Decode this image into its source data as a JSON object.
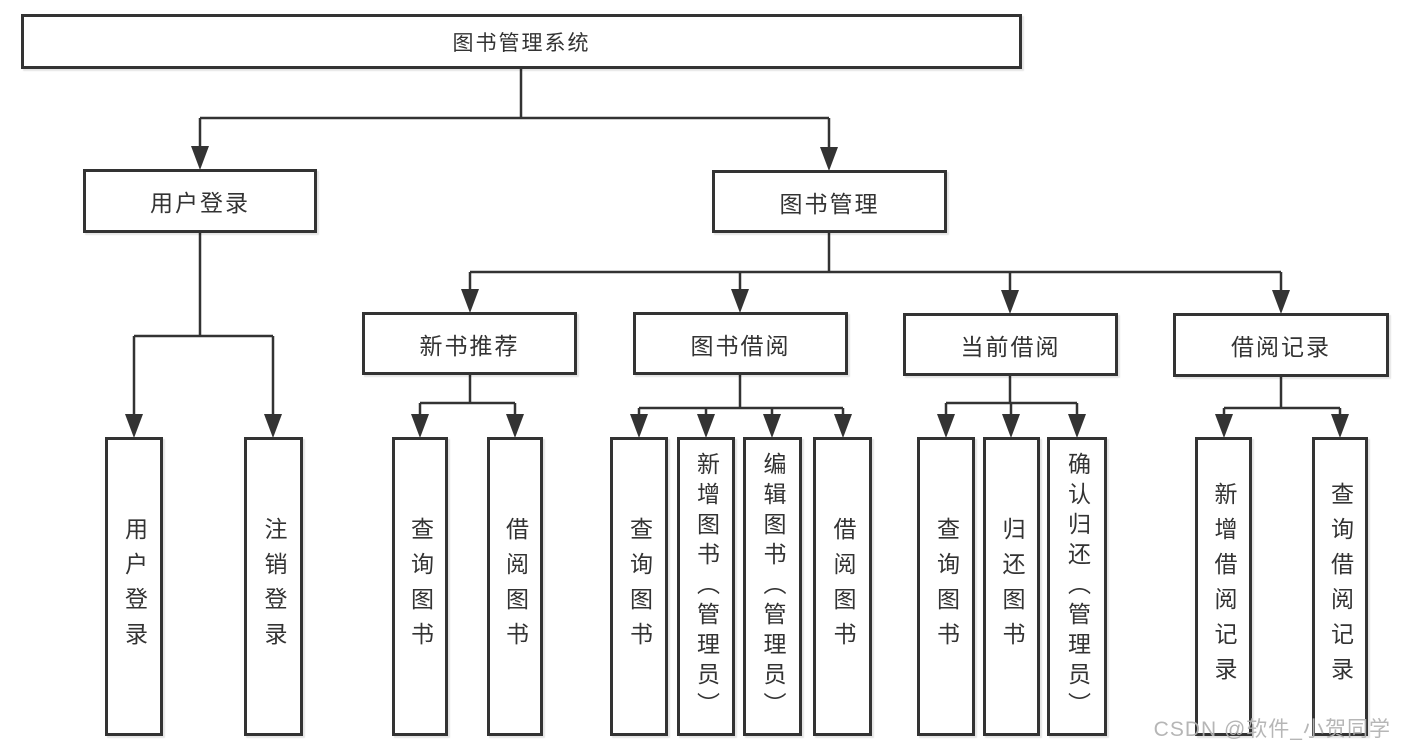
{
  "diagram": {
    "title": "图书管理系统",
    "branches": {
      "user_login": {
        "label": "用户登录",
        "children": [
          {
            "label": "用户登录"
          },
          {
            "label": "注销登录"
          }
        ]
      },
      "book_management": {
        "label": "图书管理",
        "children": [
          {
            "label": "新书推荐",
            "children": [
              {
                "label": "查询图书"
              },
              {
                "label": "借阅图书"
              }
            ]
          },
          {
            "label": "图书借阅",
            "children": [
              {
                "label": "查询图书"
              },
              {
                "label": "新增图书（管理员）"
              },
              {
                "label": "编辑图书（管理员）"
              },
              {
                "label": "借阅图书"
              }
            ]
          },
          {
            "label": "当前借阅",
            "children": [
              {
                "label": "查询图书"
              },
              {
                "label": "归还图书"
              },
              {
                "label": "确认归还（管理员）"
              }
            ]
          },
          {
            "label": "借阅记录",
            "children": [
              {
                "label": "新增借阅记录"
              },
              {
                "label": "查询借阅记录"
              }
            ]
          }
        ]
      }
    },
    "colors": {
      "line": "#333333",
      "text": "#333333",
      "watermark": "#b8b8b8"
    },
    "watermark": "CSDN @软件_小贺同学"
  }
}
